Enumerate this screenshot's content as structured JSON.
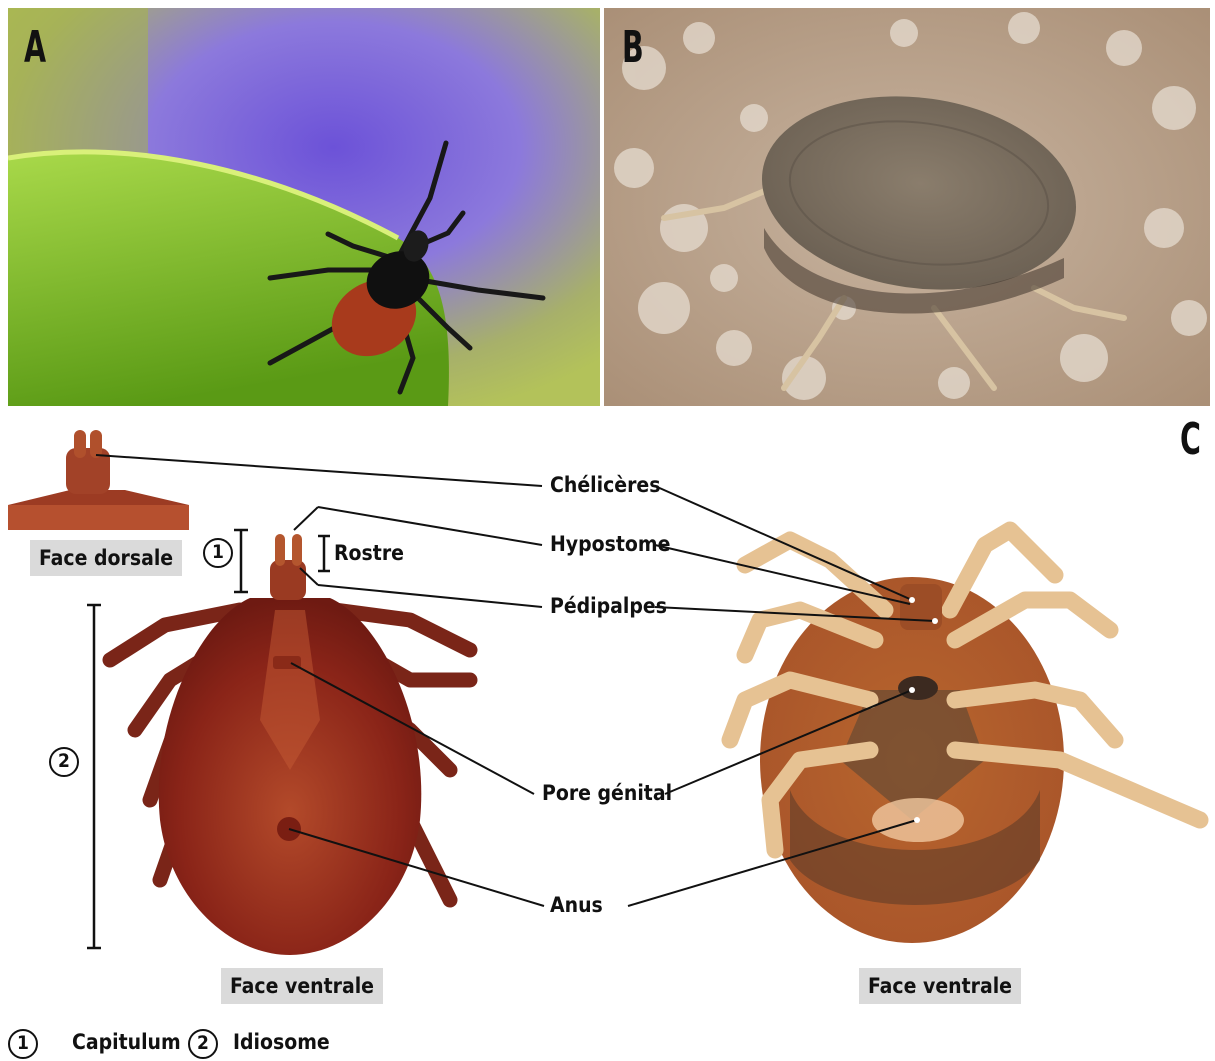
{
  "panels": {
    "a": {
      "letter": "A"
    },
    "b": {
      "letter": "B"
    },
    "c": {
      "letter": "C"
    }
  },
  "captions": {
    "face_dorsale": "Face dorsale",
    "face_ventrale_left": "Face ventrale",
    "face_ventrale_right": "Face ventrale"
  },
  "markers": {
    "capitulum_num": "1",
    "idiosome_num": "2",
    "rostre": "Rostre"
  },
  "labels": {
    "cheliceres": "Chélicères",
    "hypostome": "Hypostome",
    "pedipalpes": "Pédipalpes",
    "pore_genital": "Pore génital",
    "anus": "Anus"
  },
  "legend": {
    "item1_num": "1",
    "item1_label": "Capitulum",
    "item2_num": "2",
    "item2_label": "Idiosome"
  },
  "colors": {
    "hard_tick": "#8e2a1c",
    "soft_tick": "#a5582f",
    "leg_pale": "#e8c89a",
    "caption_bg": "#dadada"
  }
}
